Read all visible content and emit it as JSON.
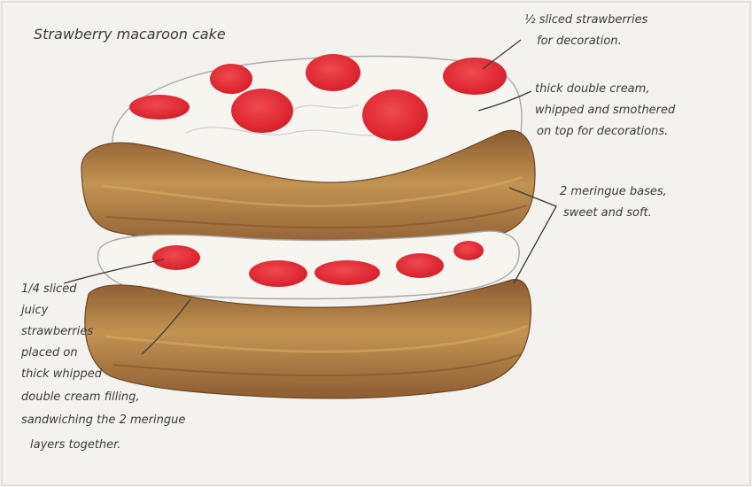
{
  "title": "Strawberry macaroon cake",
  "annotations": {
    "sliced_strawberries": {
      "line1": "½ sliced strawberries",
      "line2": "for decoration."
    },
    "cream_topping": {
      "line1": "thick double cream,",
      "line2": "whipped and smothered",
      "line3": "on top for decorations."
    },
    "meringue_bases": {
      "line1": "2 meringue bases,",
      "line2": "sweet and soft."
    },
    "filling": {
      "line1": "1/4 sliced",
      "line2": "juicy",
      "line3": "strawberries",
      "line4": "placed on",
      "line5": "thick whipped",
      "line6": "double cream filling,",
      "line7": "sandwiching the 2 meringue",
      "line8": "layers together."
    }
  },
  "colors": {
    "paper": "#f4f2ee",
    "ink": "#3a3a3a",
    "strawberry": "#e0252f",
    "cream": "#f7f5f0",
    "meringue": "#9c6a3a",
    "meringue_light": "#c89a5a"
  }
}
